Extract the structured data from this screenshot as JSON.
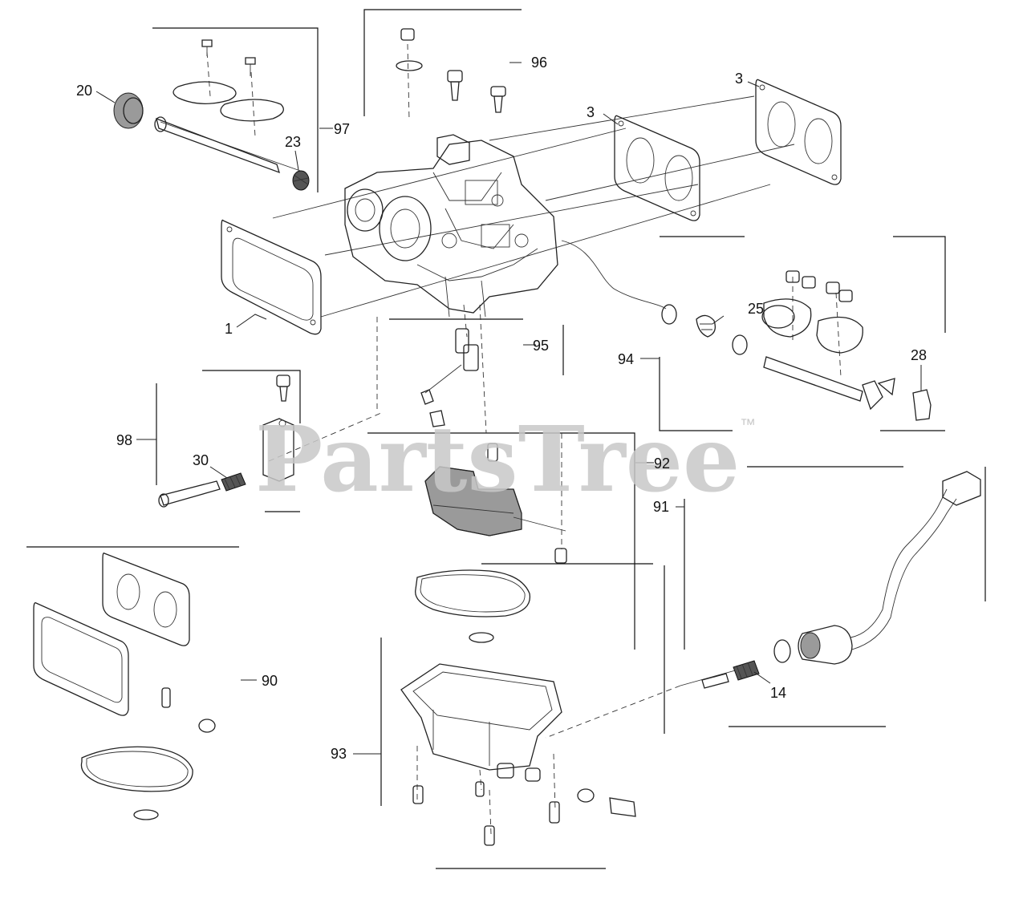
{
  "watermark": {
    "text": "PartsTree",
    "trademark": "™"
  },
  "callouts": {
    "c1": "1",
    "c3a": "3",
    "c3b": "3",
    "c14": "14",
    "c20": "20",
    "c23": "23",
    "c25": "25",
    "c28": "28",
    "c30": "30",
    "c90": "90",
    "c91": "91",
    "c92": "92",
    "c93": "93",
    "c94": "94",
    "c95": "95",
    "c96": "96",
    "c97": "97",
    "c98": "98"
  }
}
